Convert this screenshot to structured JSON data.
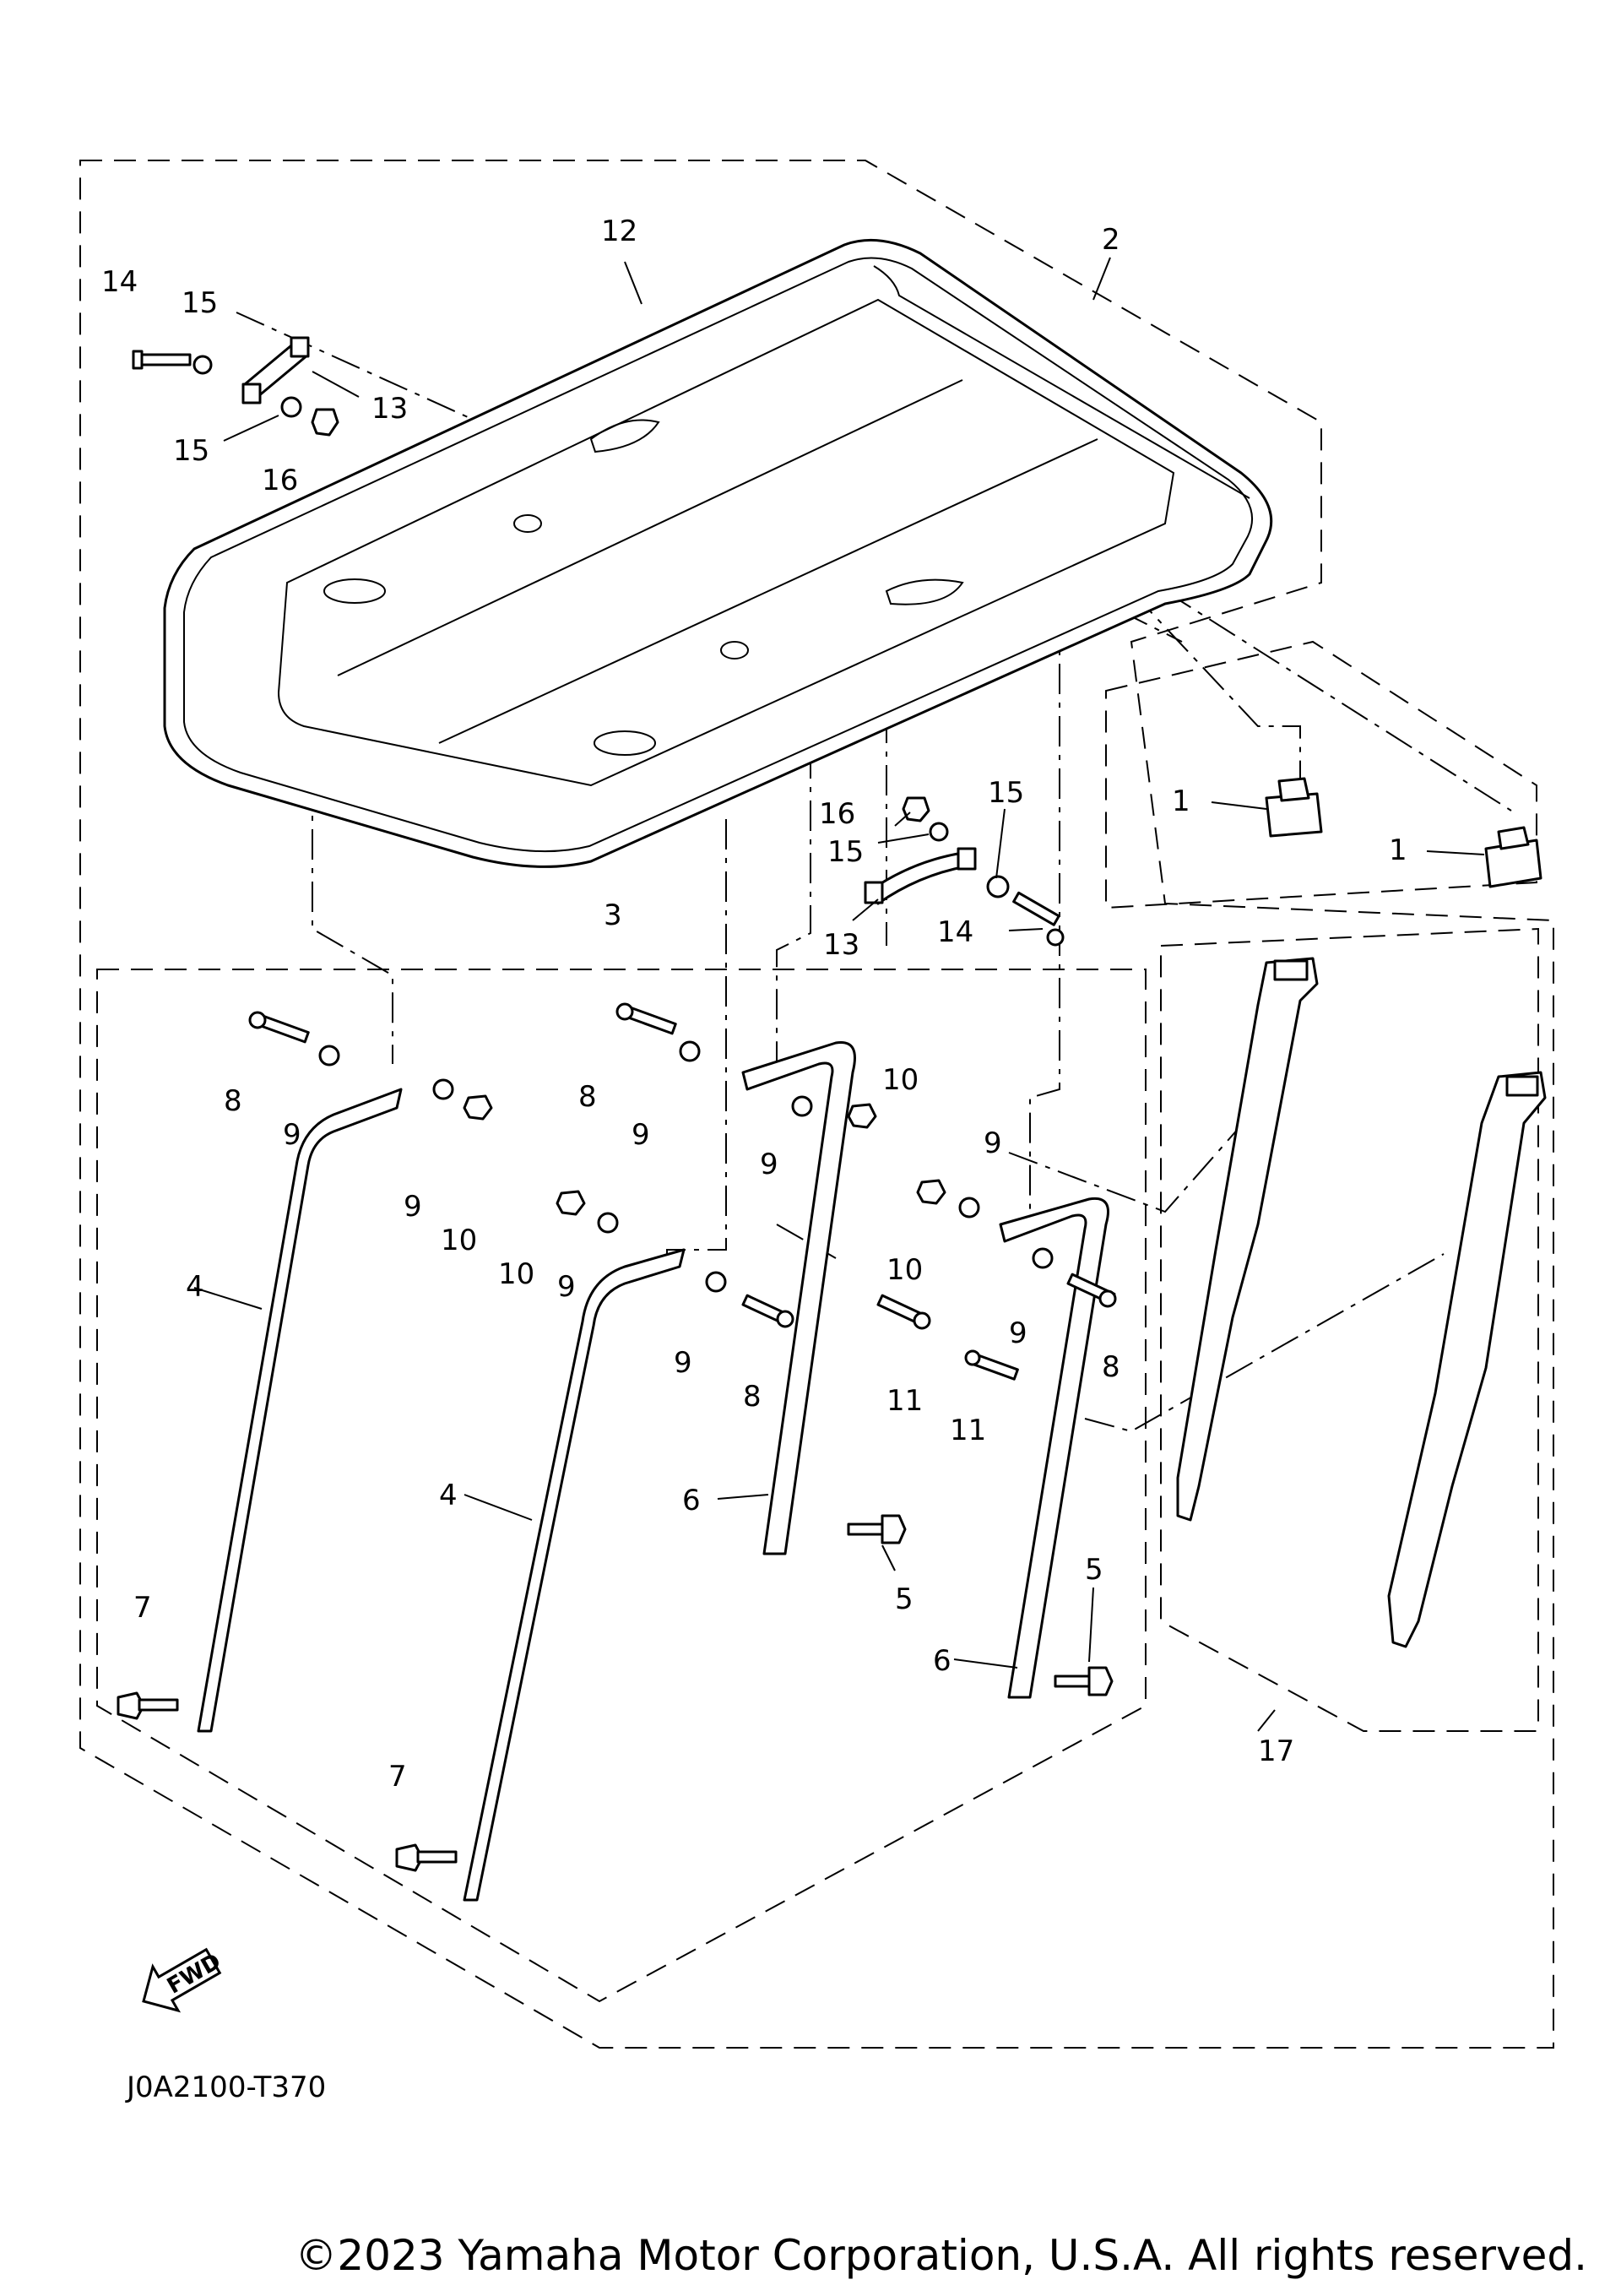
{
  "diagram_code": "J0A2100-T370",
  "copyright": "©2023 Yamaha Motor Corporation, U.S.A. All rights reserved.",
  "fwd_label": "FWD",
  "callouts": {
    "c1a": "1",
    "c1b": "1",
    "c2": "2",
    "c3": "3",
    "c4a": "4",
    "c4b": "4",
    "c5a": "5",
    "c5b": "5",
    "c6a": "6",
    "c6b": "6",
    "c7a": "7",
    "c7b": "7",
    "c8a": "8",
    "c8b": "8",
    "c8c": "8",
    "c8d": "8",
    "c9a": "9",
    "c9b": "9",
    "c9c": "9",
    "c9d": "9",
    "c9e": "9",
    "c9f": "9",
    "c9g": "9",
    "c9h": "9",
    "c10a": "10",
    "c10b": "10",
    "c10c": "10",
    "c10d": "10",
    "c11a": "11",
    "c11b": "11",
    "c12": "12",
    "c13a": "13",
    "c13b": "13",
    "c14a": "14",
    "c14b": "14",
    "c15a": "15",
    "c15b": "15",
    "c15c": "15",
    "c15d": "15",
    "c16a": "16",
    "c16b": "16",
    "c17": "17"
  }
}
